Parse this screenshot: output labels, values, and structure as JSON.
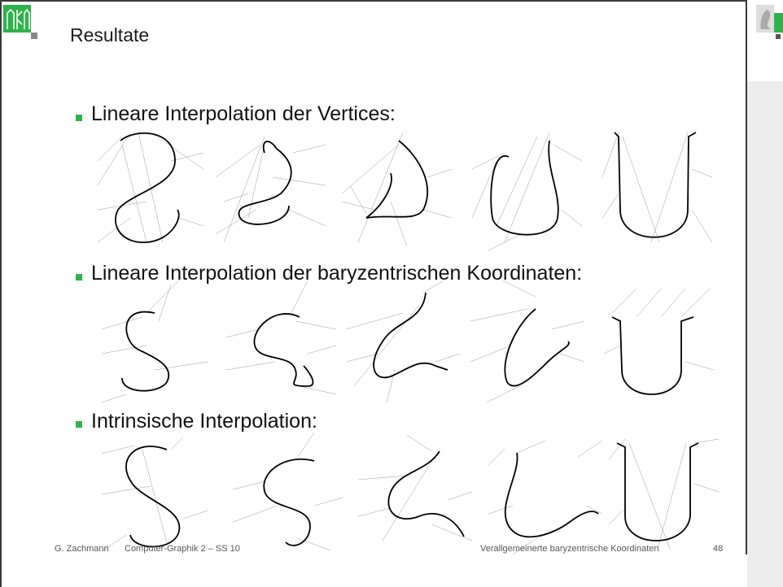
{
  "slide": {
    "title": "Resultate",
    "sections": [
      {
        "label": "Lineare Interpolation der Vertices:"
      },
      {
        "label": "Lineare Interpolation der baryzentrischen Koordinaten:"
      },
      {
        "label": "Intrinsische Interpolation:"
      }
    ]
  },
  "footer": {
    "author": "G. Zachmann",
    "course": "Computer-Graphik 2 – SS 10",
    "topic": "Verallgemeinerte baryzentrische Koordinaten",
    "page": "48"
  },
  "colors": {
    "accent": "#2db34a",
    "frame": "#3a3a3a",
    "sidebar": "#ececec"
  }
}
